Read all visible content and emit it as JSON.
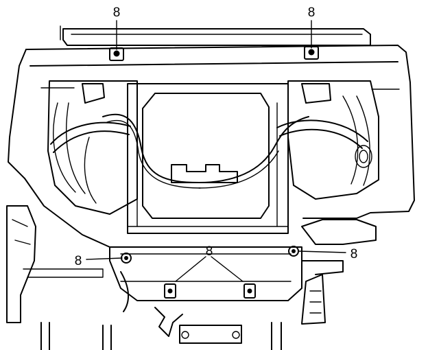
{
  "diagram": {
    "callouts": [
      {
        "id": "bolt-top-left",
        "label": "8"
      },
      {
        "id": "bolt-top-right",
        "label": "8"
      },
      {
        "id": "bolt-left",
        "label": "8"
      },
      {
        "id": "bolt-bottom-center",
        "label": "8"
      },
      {
        "id": "bolt-right",
        "label": "8"
      }
    ]
  }
}
